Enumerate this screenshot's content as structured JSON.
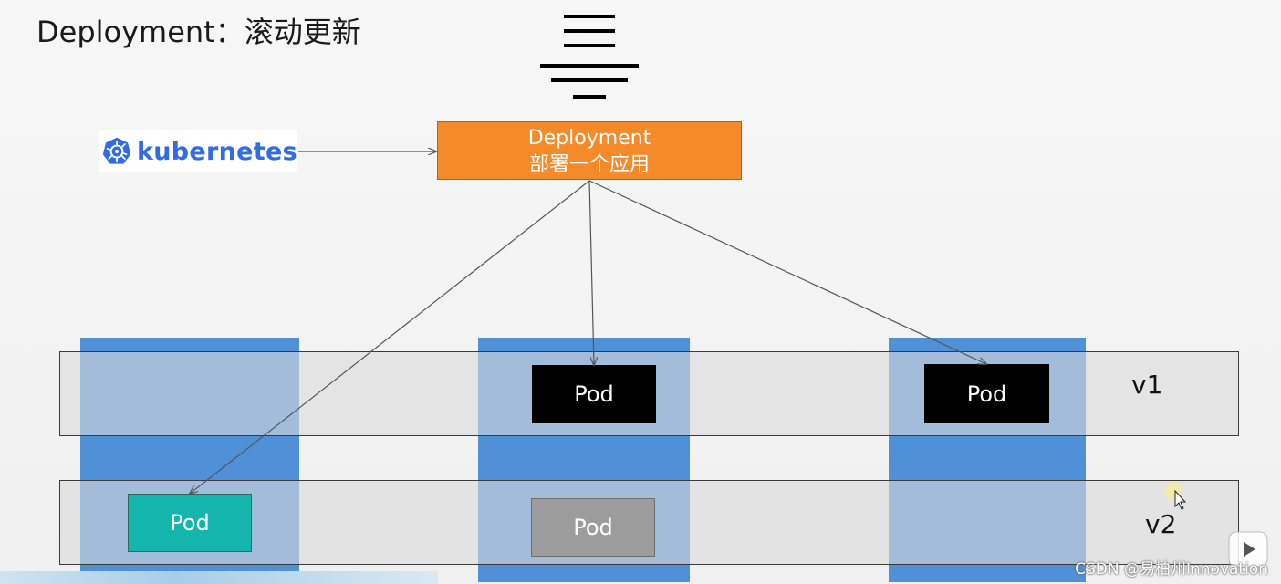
{
  "title": "Deployment：滚动更新",
  "logo": {
    "text": "kubernetes",
    "icon": "kubernetes-helm-icon",
    "color": "#326ce5"
  },
  "deployment": {
    "line1": "Deployment",
    "line2": "部署一个应用",
    "color": "#f58a2b"
  },
  "menu_icon": "hamburger-lines-icon",
  "rows": [
    {
      "label": "v1"
    },
    {
      "label": "v2"
    }
  ],
  "pods": {
    "v1_node2": "Pod",
    "v1_node3": "Pod",
    "v2_node1": "Pod",
    "v2_node2": "Pod"
  },
  "colors": {
    "node": "#4f90d6",
    "pod_running": "#000000",
    "pod_new": "#13b5ad",
    "pod_pending": "#9c9c9c"
  },
  "watermark": "CSDN @易柏州Innovation",
  "cursor_icon": "mouse-pointer-icon",
  "play_icon": "play-button-icon"
}
